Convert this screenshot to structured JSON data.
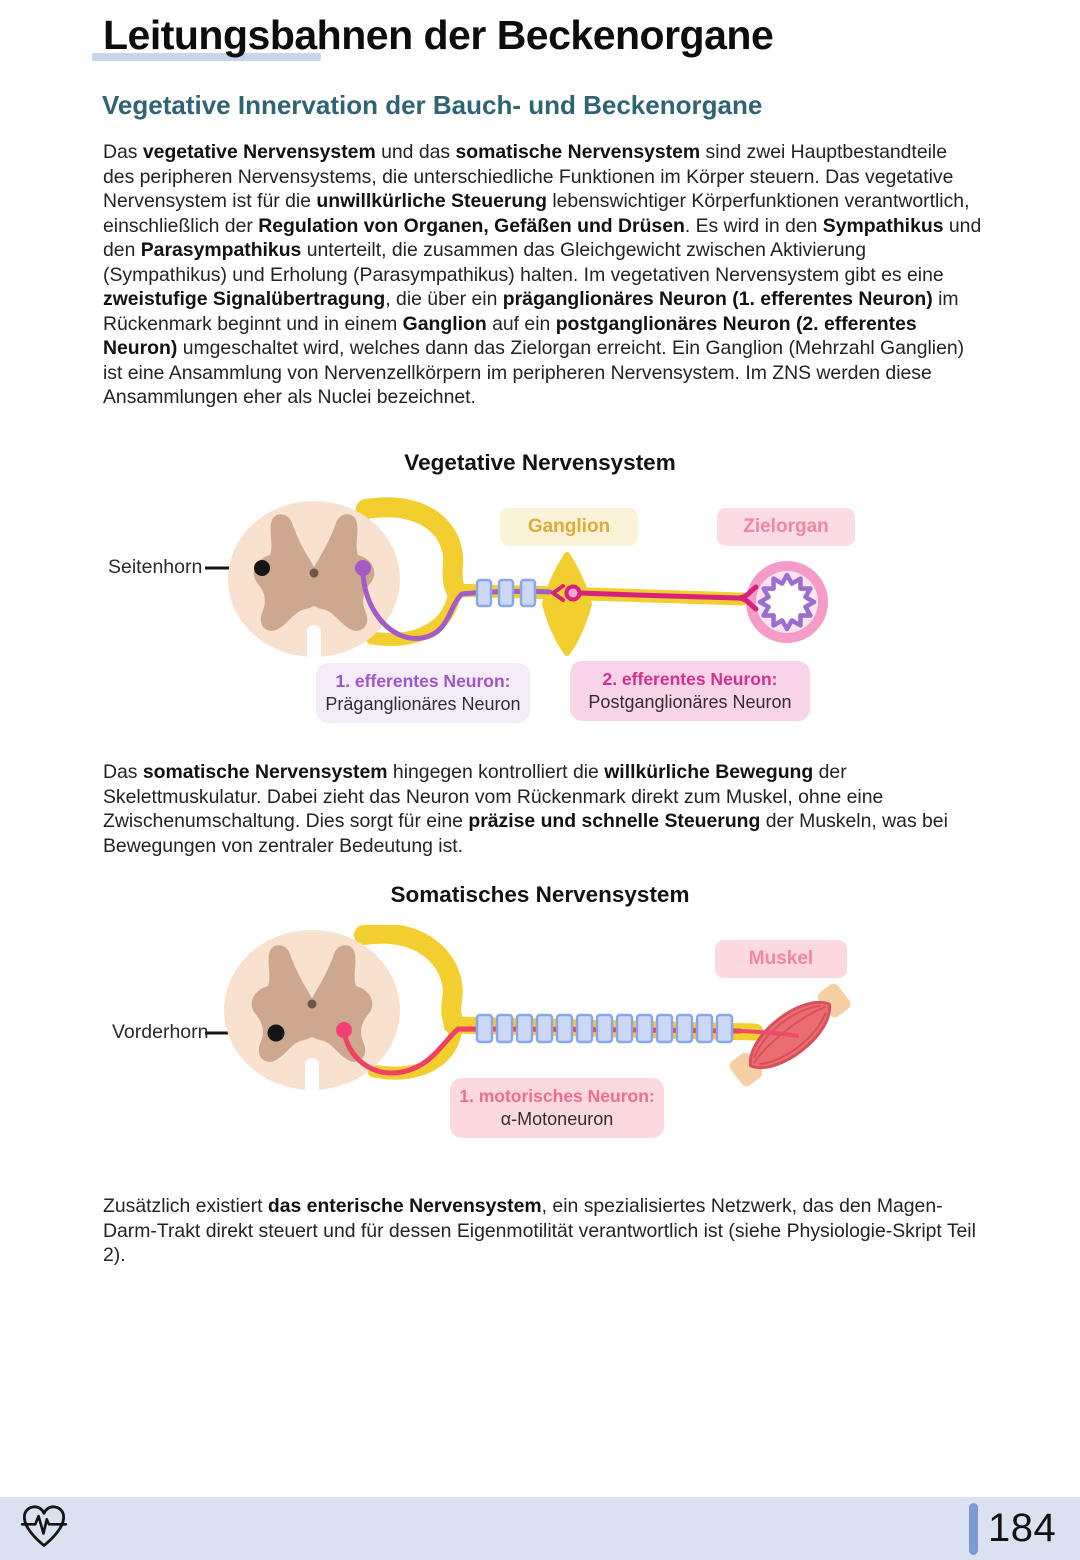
{
  "page": {
    "title": "Leitungsbahnen der Beckenorgane",
    "section_heading": "Vegetative Innervation der Bauch- und Beckenorgane",
    "page_number": "184"
  },
  "paragraph1": [
    {
      "t": "Das ",
      "b": false
    },
    {
      "t": "vegetative Nervensystem",
      "b": true
    },
    {
      "t": " und das ",
      "b": false
    },
    {
      "t": "somatische Nervensystem",
      "b": true
    },
    {
      "t": " sind zwei Hauptbestandteile des peripheren Nervensystems, die unterschiedliche Funktionen im Körper steuern. Das vegetative Nervensystem ist für die ",
      "b": false
    },
    {
      "t": "unwillkürliche Steuerung",
      "b": true
    },
    {
      "t": " lebenswichtiger Körperfunktionen verantwortlich, einschließlich der ",
      "b": false
    },
    {
      "t": "Regulation von Organen, Gefäßen und Drüsen",
      "b": true
    },
    {
      "t": ". Es wird in den ",
      "b": false
    },
    {
      "t": "Sympathikus",
      "b": true
    },
    {
      "t": " und den ",
      "b": false
    },
    {
      "t": "Parasympathikus",
      "b": true
    },
    {
      "t": " unterteilt, die zusammen das Gleichgewicht zwischen Aktivierung (Sympathikus) und Erholung (Parasympathikus) halten. Im vegetativen Nervensystem gibt es eine ",
      "b": false
    },
    {
      "t": "zweistufige Signalübertragung",
      "b": true
    },
    {
      "t": ", die über ein ",
      "b": false
    },
    {
      "t": "präganglionäres Neuron (1. efferentes Neuron)",
      "b": true
    },
    {
      "t": " im Rückenmark beginnt und in einem ",
      "b": false
    },
    {
      "t": "Ganglion",
      "b": true
    },
    {
      "t": " auf ein ",
      "b": false
    },
    {
      "t": "postganglionäres Neuron (2. efferentes Neuron)",
      "b": true
    },
    {
      "t": " umgeschaltet wird, welches dann das Zielorgan erreicht. Ein Ganglion (Mehrzahl Ganglien) ist eine Ansammlung von Nervenzellkörpern im peripheren Nervensystem. Im ZNS werden diese Ansammlungen eher als Nuclei bezeichnet.",
      "b": false
    }
  ],
  "paragraph2": [
    {
      "t": "Das ",
      "b": false
    },
    {
      "t": "somatische Nervensystem",
      "b": true
    },
    {
      "t": " hingegen kontrolliert die ",
      "b": false
    },
    {
      "t": "willkürliche Bewegung",
      "b": true
    },
    {
      "t": " der Skelettmuskulatur. Dabei zieht das Neuron vom Rückenmark direkt zum Muskel, ohne eine Zwischenumschaltung. Dies sorgt für eine ",
      "b": false
    },
    {
      "t": "präzise und schnelle Steuerung",
      "b": true
    },
    {
      "t": " der Muskeln, was bei Bewegungen von zentraler Bedeutung ist.",
      "b": false
    }
  ],
  "paragraph3": [
    {
      "t": "Zusätzlich existiert ",
      "b": false
    },
    {
      "t": "das enterische Nervensystem",
      "b": true
    },
    {
      "t": ", ein spezialisiertes Netzwerk, das den Magen-Darm-Trakt direkt steuert und für dessen Eigenmotilität verantwortlich ist (siehe Physiologie-Skript Teil 2).",
      "b": false
    }
  ],
  "diagram_vegetative": {
    "title": "Vegetative Nervensystem",
    "seitenhorn_label": "Seitenhorn",
    "ganglion_tag": "Ganglion",
    "zielorgan_tag": "Zielorgan",
    "neuron1_title": "1. efferentes Neuron:",
    "neuron1_subtitle": "Präganglionäres Neuron",
    "neuron2_title": "2. efferentes Neuron:",
    "neuron2_subtitle": "Postganglionäres Neuron"
  },
  "diagram_somatic": {
    "title": "Somatisches Nervensystem",
    "vorderhorn_label": "Vorderhorn",
    "muskel_tag": "Muskel",
    "neuron1_title": "1. motorisches Neuron:",
    "neuron1_subtitle": "α-Motoneuron"
  },
  "colors": {
    "heading_teal": "#2e6474",
    "title_underline": "#c7d6ea",
    "nerve_yellow": "#f2ce2e",
    "cord_peach": "#f9e1cf",
    "gray_matter_tan": "#cda78e",
    "preganglionic_purple": "#a35bc6",
    "postganglionic_magenta": "#d6217e",
    "motor_red": "#f04063",
    "myelin_blue": "#cbd9f6",
    "ganglion_tag_text": "#dfac38",
    "pink_tag_text": "#f287a5",
    "footer_band": "#dae2f1",
    "footer_bar": "#7e99d6"
  }
}
